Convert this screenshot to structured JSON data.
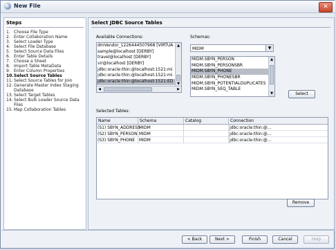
{
  "window": {
    "title": "New File"
  },
  "steps": {
    "title": "Steps",
    "items": [
      {
        "num": "1.",
        "label": "Choose File Type"
      },
      {
        "num": "2.",
        "label": "Enter Collaboration Name"
      },
      {
        "num": "3.",
        "label": "Select Loader Type"
      },
      {
        "num": "4.",
        "label": "Select File Database"
      },
      {
        "num": "5.",
        "label": "Select Source Data Files"
      },
      {
        "num": "6.",
        "label": "Enter Table Details"
      },
      {
        "num": "7.",
        "label": "Choose a Sheet"
      },
      {
        "num": "8.",
        "label": "Import Table MetaData"
      },
      {
        "num": "9.",
        "label": "Enter Column Properties"
      },
      {
        "num": "10.",
        "label": "Select Source Tables"
      },
      {
        "num": "11.",
        "label": "Select Source Tables for Join"
      },
      {
        "num": "12.",
        "label": "Generate Master Index Staging Database"
      },
      {
        "num": "13.",
        "label": "Select Target Tables"
      },
      {
        "num": "14.",
        "label": "Select Bulk Loader Source Data Files"
      },
      {
        "num": "15.",
        "label": "Map Collaboration Tables"
      }
    ]
  },
  "content": {
    "title": "Select JDBC Source Tables",
    "available_connections": {
      "label": "Available Connections:",
      "items": [
        "dmVendor_1226444507968 [VIRTUA",
        "sample@localhost [DERBY]",
        "travel@localhost [DERBY]",
        "vir@localhost [DERBY]",
        "jdbc:oracle:thin:@localhost:1521:mi",
        "jdbc:oracle:thin:@localhost:1521:mi",
        "jdbc:oracle:thin:@localhost:1521:ED"
      ],
      "selected_index": 6
    },
    "schemas": {
      "label": "Schemas:",
      "selected": "MIDM",
      "items": [
        "MIDM.SBYN_PERSON",
        "MIDM.SBYN_PERSONSBR",
        "MIDM.SBYN_PHONE",
        "MIDM.SBYN_PHONESBR",
        "MIDM.SBYN_POTENTIALDUPLICATES",
        "MIDM.SBYN_SEQ_TABLE"
      ],
      "selected_index": 2
    },
    "select_button": "Select",
    "selected_tables": {
      "label": "Selected Tables:",
      "columns": [
        "Name",
        "Schema",
        "Catalog",
        "Connection"
      ],
      "rows": [
        [
          "(S1) SBYN_ADDRESS",
          "MIDM",
          "",
          "jdbc:oracle:thin:@..."
        ],
        [
          "(S2) SBYN_PERSON",
          "MIDM",
          "",
          "jdbc:oracle:thin:@..."
        ],
        [
          "(S3) SBYN_PHONE",
          "MIDM",
          "",
          "jdbc:oracle:thin:@..."
        ]
      ]
    },
    "remove_button": "Remove"
  },
  "footer": {
    "back": "< Back",
    "next": "Next >",
    "finish": "Finish",
    "cancel": "Cancel",
    "help": "Help"
  }
}
